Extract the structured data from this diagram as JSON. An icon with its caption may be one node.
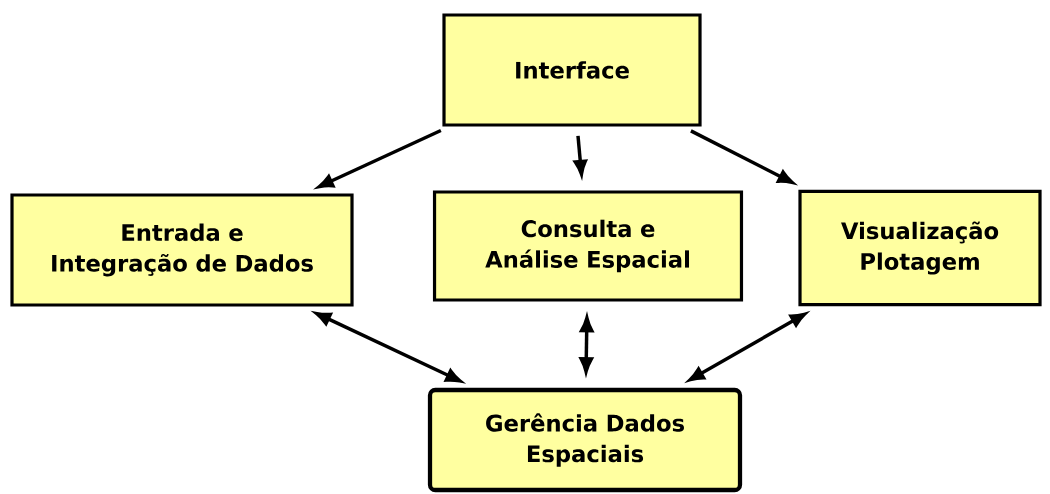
{
  "diagram": {
    "nodes": [
      {
        "text": [
          "Interface"
        ]
      },
      {
        "text": [
          "Entrada e Integração de Dados"
        ]
      },
      {
        "text": [
          "Consulta e Análise Espacial"
        ]
      },
      {
        "text": [
          "Visualização Plotagem"
        ]
      },
      {
        "text": [
          "Gerência Dados Espaciais"
        ]
      }
    ],
    "edges": [
      {
        "from": 0,
        "to": 1,
        "arrow": "to"
      },
      {
        "from": 0,
        "to": 2,
        "arrow": "to"
      },
      {
        "from": 0,
        "to": 3,
        "arrow": "to"
      },
      {
        "from": 1,
        "to": 4,
        "arrow": "both"
      },
      {
        "from": 2,
        "to": 4,
        "arrow": "both"
      },
      {
        "from": 3,
        "to": 4,
        "arrow": "both"
      }
    ]
  }
}
